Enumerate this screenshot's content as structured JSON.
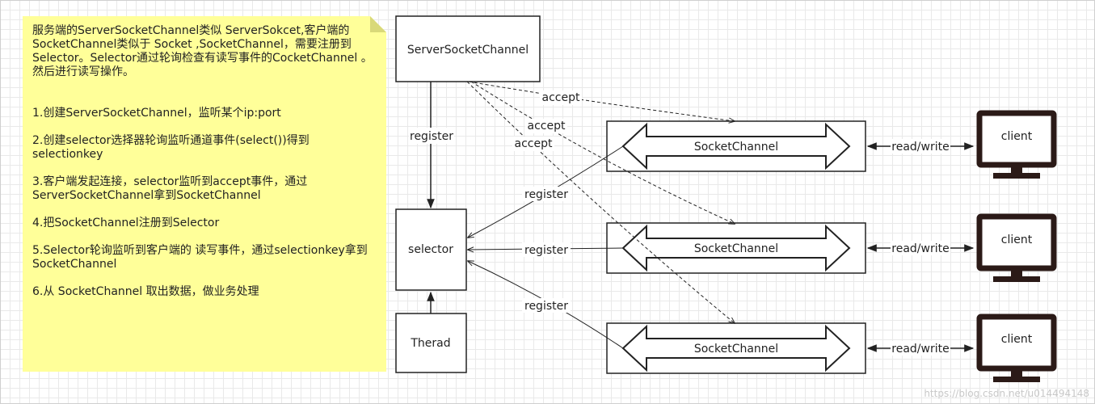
{
  "note": {
    "intro": "服务端的ServerSocketChannel类似 ServerSokcet,客户端的\nSocketChannel类似于 Socket ,SocketChannel，需要注册到\nSelector。Selector通过轮询检查有读写事件的CocketChannel 。\n然后进行读写操作。",
    "steps": [
      "1.创建ServerSocketChannel，监听某个ip:port",
      "2.创建selector选择器轮询监听通道事件(select())得到selectionkey",
      "3.客户端发起连接，selector监听到accept事件，通过\nServerSocketChannel拿到SocketChannel",
      "4.把SocketChannel注册到Selector",
      "5.Selector轮询监听到客户端的 读写事件，通过selectionkey拿到\nSocketChannel",
      "6.从 SocketChannel 取出数据，做业务处理"
    ]
  },
  "nodes": {
    "server_socket_channel": "ServerSocketChannel",
    "selector": "selector",
    "thread": "Therad",
    "socket_channels": [
      "SocketChannel",
      "SocketChannel",
      "SocketChannel"
    ],
    "clients": [
      "client",
      "client",
      "client"
    ]
  },
  "edges": {
    "register_main": "register",
    "accepts": [
      "accept",
      "accept",
      "accept"
    ],
    "registers": [
      "register",
      "register",
      "register"
    ],
    "read_writes": [
      "read/write",
      "read/write",
      "read/write"
    ]
  },
  "watermark": "https://blog.csdn.net/u014494148"
}
